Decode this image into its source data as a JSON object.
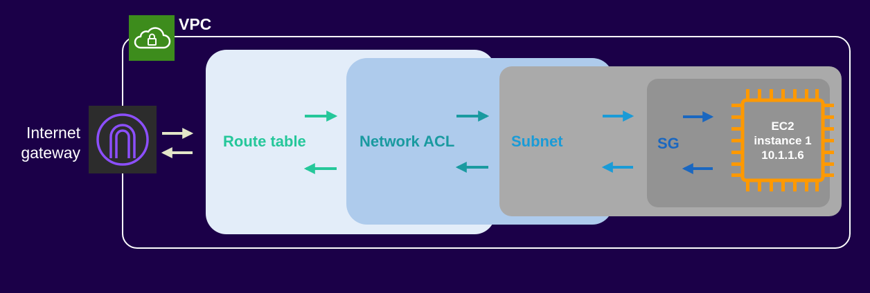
{
  "vpc": {
    "label": "VPC",
    "badge_icon": "cloud-lock-icon",
    "badge_color": "#3d8c1c"
  },
  "internet_gateway": {
    "line1": "Internet",
    "line2": "gateway",
    "icon": "internet-gateway-icon",
    "icon_color": "#8c4fff"
  },
  "layers": {
    "route_table": {
      "label": "Route table",
      "color": "#25c79a"
    },
    "network_acl": {
      "label": "Network ACL",
      "color": "#1a9aa0"
    },
    "subnet": {
      "label": "Subnet",
      "color": "#1a9bd7"
    },
    "sg": {
      "label": "SG",
      "color": "#1a67c0"
    }
  },
  "ec2": {
    "line1": "EC2",
    "line2": "instance 1",
    "line3": "10.1.1.6",
    "icon": "chip-icon",
    "color": "#ff9900"
  },
  "arrows": {
    "igw_color": "#e3e6c8"
  }
}
